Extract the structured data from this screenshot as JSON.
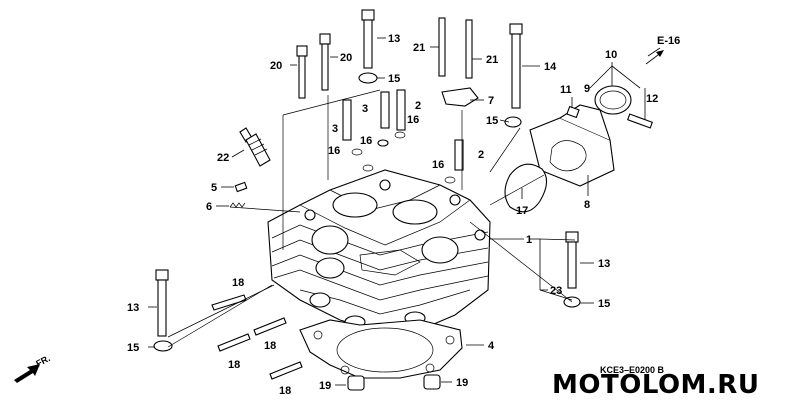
{
  "diagram": {
    "reference": "E-16",
    "direction_label": "FR.",
    "figure_code": "KCE3–E0200 B",
    "watermark": "MOTOLOM.RU",
    "callouts": [
      {
        "id": "c13a",
        "text": "13"
      },
      {
        "id": "c21a",
        "text": "21"
      },
      {
        "id": "c21b",
        "text": "21"
      },
      {
        "id": "c14",
        "text": "14"
      },
      {
        "id": "c20a",
        "text": "20"
      },
      {
        "id": "c20b",
        "text": "20"
      },
      {
        "id": "c15a",
        "text": "15"
      },
      {
        "id": "c3a",
        "text": "3"
      },
      {
        "id": "c2a",
        "text": "2"
      },
      {
        "id": "c7",
        "text": "7"
      },
      {
        "id": "c3b",
        "text": "3"
      },
      {
        "id": "c16a",
        "text": "16"
      },
      {
        "id": "c16b",
        "text": "16"
      },
      {
        "id": "c15b",
        "text": "15"
      },
      {
        "id": "c16c",
        "text": "16"
      },
      {
        "id": "c2b",
        "text": "2"
      },
      {
        "id": "c16d",
        "text": "16"
      },
      {
        "id": "c22",
        "text": "22"
      },
      {
        "id": "c5",
        "text": "5"
      },
      {
        "id": "c6",
        "text": "6"
      },
      {
        "id": "c10",
        "text": "10"
      },
      {
        "id": "c9",
        "text": "9"
      },
      {
        "id": "c11",
        "text": "11"
      },
      {
        "id": "c12",
        "text": "12"
      },
      {
        "id": "c17",
        "text": "17"
      },
      {
        "id": "c8",
        "text": "8"
      },
      {
        "id": "c1",
        "text": "1"
      },
      {
        "id": "c13b",
        "text": "13"
      },
      {
        "id": "c23",
        "text": "23"
      },
      {
        "id": "c15c",
        "text": "15"
      },
      {
        "id": "c18a",
        "text": "18"
      },
      {
        "id": "c13c",
        "text": "13"
      },
      {
        "id": "c18b",
        "text": "18"
      },
      {
        "id": "c15d",
        "text": "15"
      },
      {
        "id": "c18c",
        "text": "18"
      },
      {
        "id": "c18d",
        "text": "18"
      },
      {
        "id": "c4",
        "text": "4"
      },
      {
        "id": "c19a",
        "text": "19"
      },
      {
        "id": "c19b",
        "text": "19"
      }
    ]
  }
}
